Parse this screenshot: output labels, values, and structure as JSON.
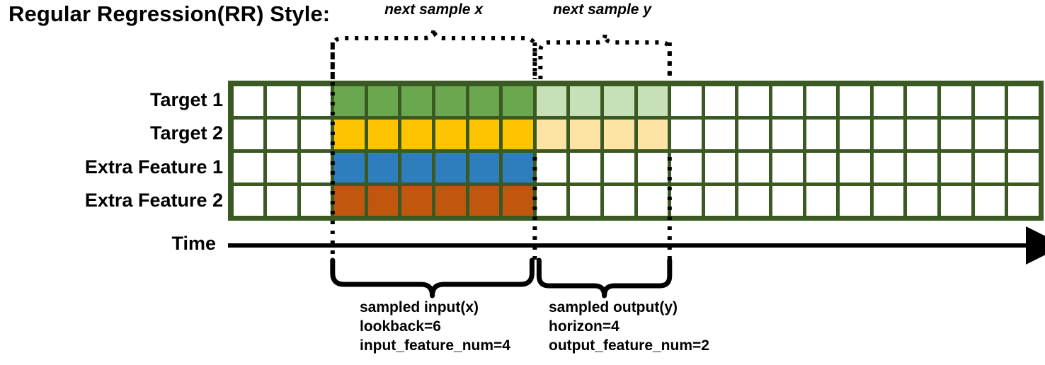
{
  "title": "Regular Regression(RR) Style:",
  "rows": [
    {
      "label": "Target 1",
      "color": "#6aa84f",
      "faded": "#c7e0b8",
      "colored_start": 3,
      "colored_len": 6,
      "faded_len": 4
    },
    {
      "label": "Target 2",
      "color": "#ffc400",
      "faded": "#fde3a4",
      "colored_start": 3,
      "colored_len": 6,
      "faded_len": 4
    },
    {
      "label": "Extra Feature 1",
      "color": "#2e7dbd",
      "faded": "",
      "colored_start": 3,
      "colored_len": 6,
      "faded_len": 0
    },
    {
      "label": "Extra Feature 2",
      "color": "#c1560f",
      "faded": "",
      "colored_start": 3,
      "colored_len": 6,
      "faded_len": 0
    }
  ],
  "grid": {
    "columns": 24,
    "border_color": "#3b5a23"
  },
  "axis": {
    "time_label": "Time",
    "arrow_color": "#000000"
  },
  "top_braces": [
    {
      "label": "next sample x"
    },
    {
      "label": "next sample y"
    }
  ],
  "bottom_braces": [
    {
      "line1": "sampled input(x)",
      "line2": "lookback=6",
      "line3": "input_feature_num=4"
    },
    {
      "line1": "sampled output(y)",
      "line2": "horizon=4",
      "line3": "output_feature_num=2"
    }
  ]
}
